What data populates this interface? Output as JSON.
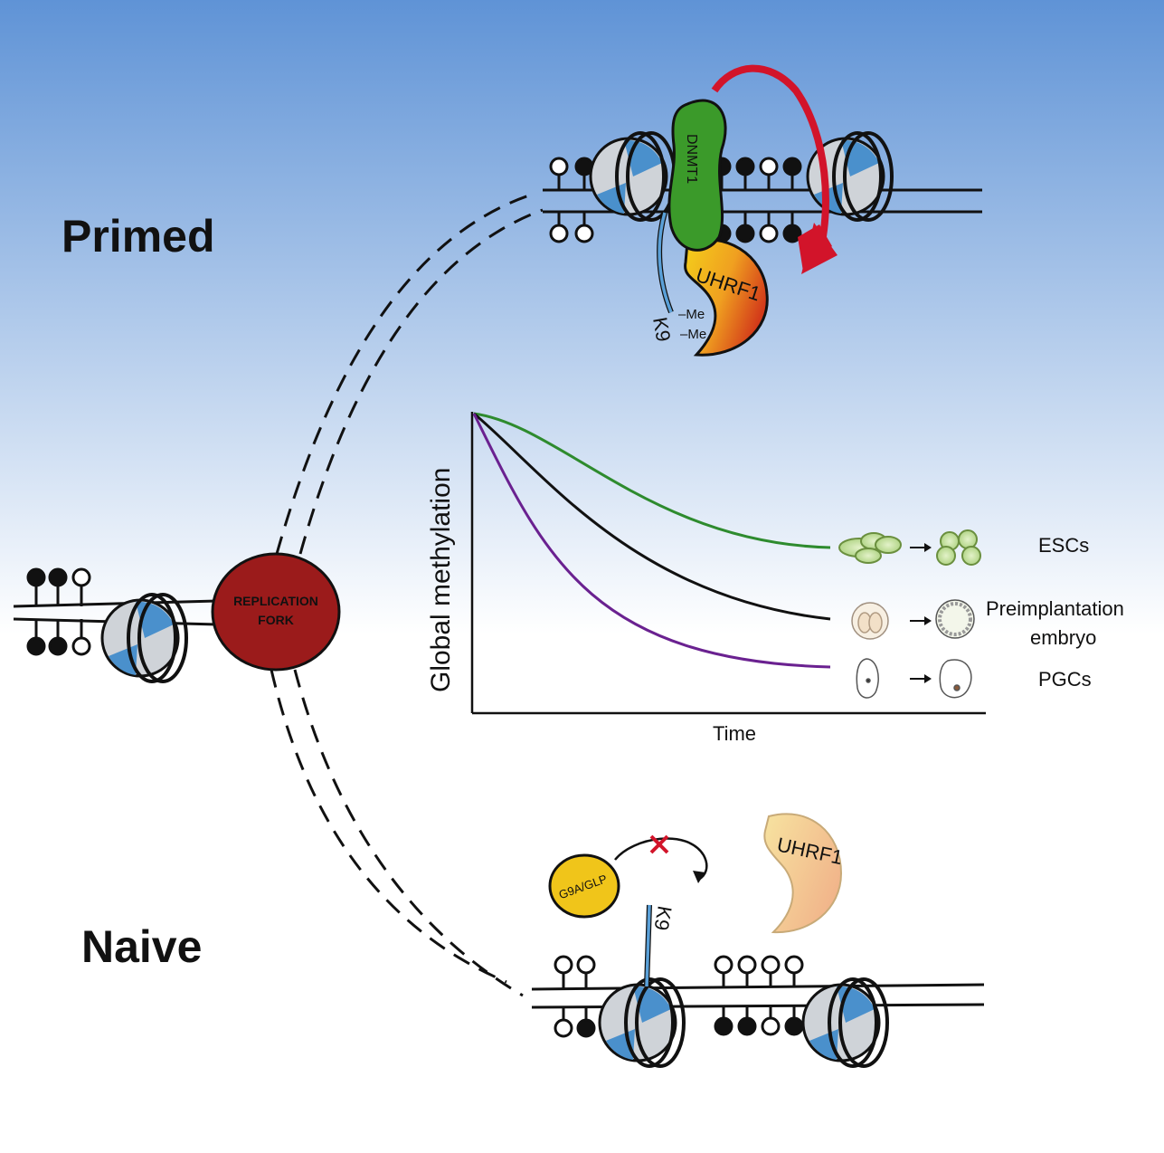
{
  "states": {
    "primed": "Primed",
    "naive": "Naive"
  },
  "fork": {
    "line1": "REPLICATION",
    "line2": "FORK"
  },
  "proteins": {
    "dnmt1": "DNMT1",
    "uhrf1_primed": "UHRF1",
    "uhrf1_naive": "UHRF1",
    "g9a": "G9A/GLP",
    "k9_primed": "K9",
    "k9_naive": "K9",
    "me_top": "–Me",
    "me_bottom": "–Me"
  },
  "chart_data": {
    "type": "line",
    "ylabel": "Global methylation",
    "xlabel": "Time",
    "series": [
      {
        "name": "ESCs",
        "color": "#2e8b2e"
      },
      {
        "name": "Preimplantation embryo",
        "color": "#111111"
      },
      {
        "name": "PGCs",
        "color": "#6a2190"
      }
    ]
  },
  "cell_labels": {
    "escs": "ESCs",
    "pre_line1": "Preimplantation",
    "pre_line2": "embryo",
    "pgcs": "PGCs"
  },
  "colors": {
    "background_top": "#5f93d6",
    "fork": "#9b1b1b",
    "dnmt1": "#3b9a2a",
    "arrow": "#d2142a",
    "histone_blue": "#4a90cc"
  }
}
